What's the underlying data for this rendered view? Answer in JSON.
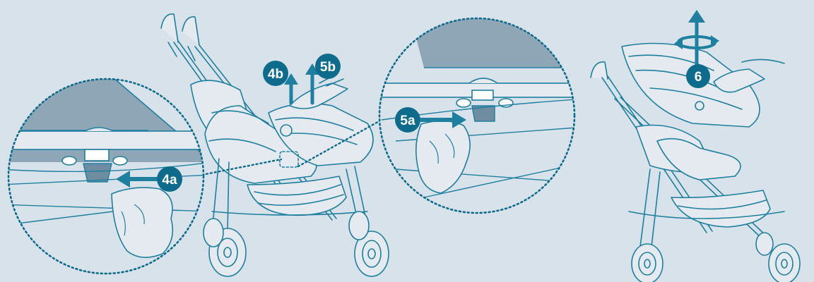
{
  "colors": {
    "background": "#d8e2ea",
    "line": "#1f7f9f",
    "accent": "#0e6b8c",
    "fill_light": "#e4eaef",
    "fill_shadow": "#8fa6b6",
    "white": "#ffffff"
  },
  "steps": {
    "step_4a": "4a",
    "step_4b": "4b",
    "step_5a": "5a",
    "step_5b": "5b",
    "step_6": "6"
  },
  "icons": {
    "arrow": "arrow-icon",
    "rotate": "rotate-arrow-icon"
  }
}
